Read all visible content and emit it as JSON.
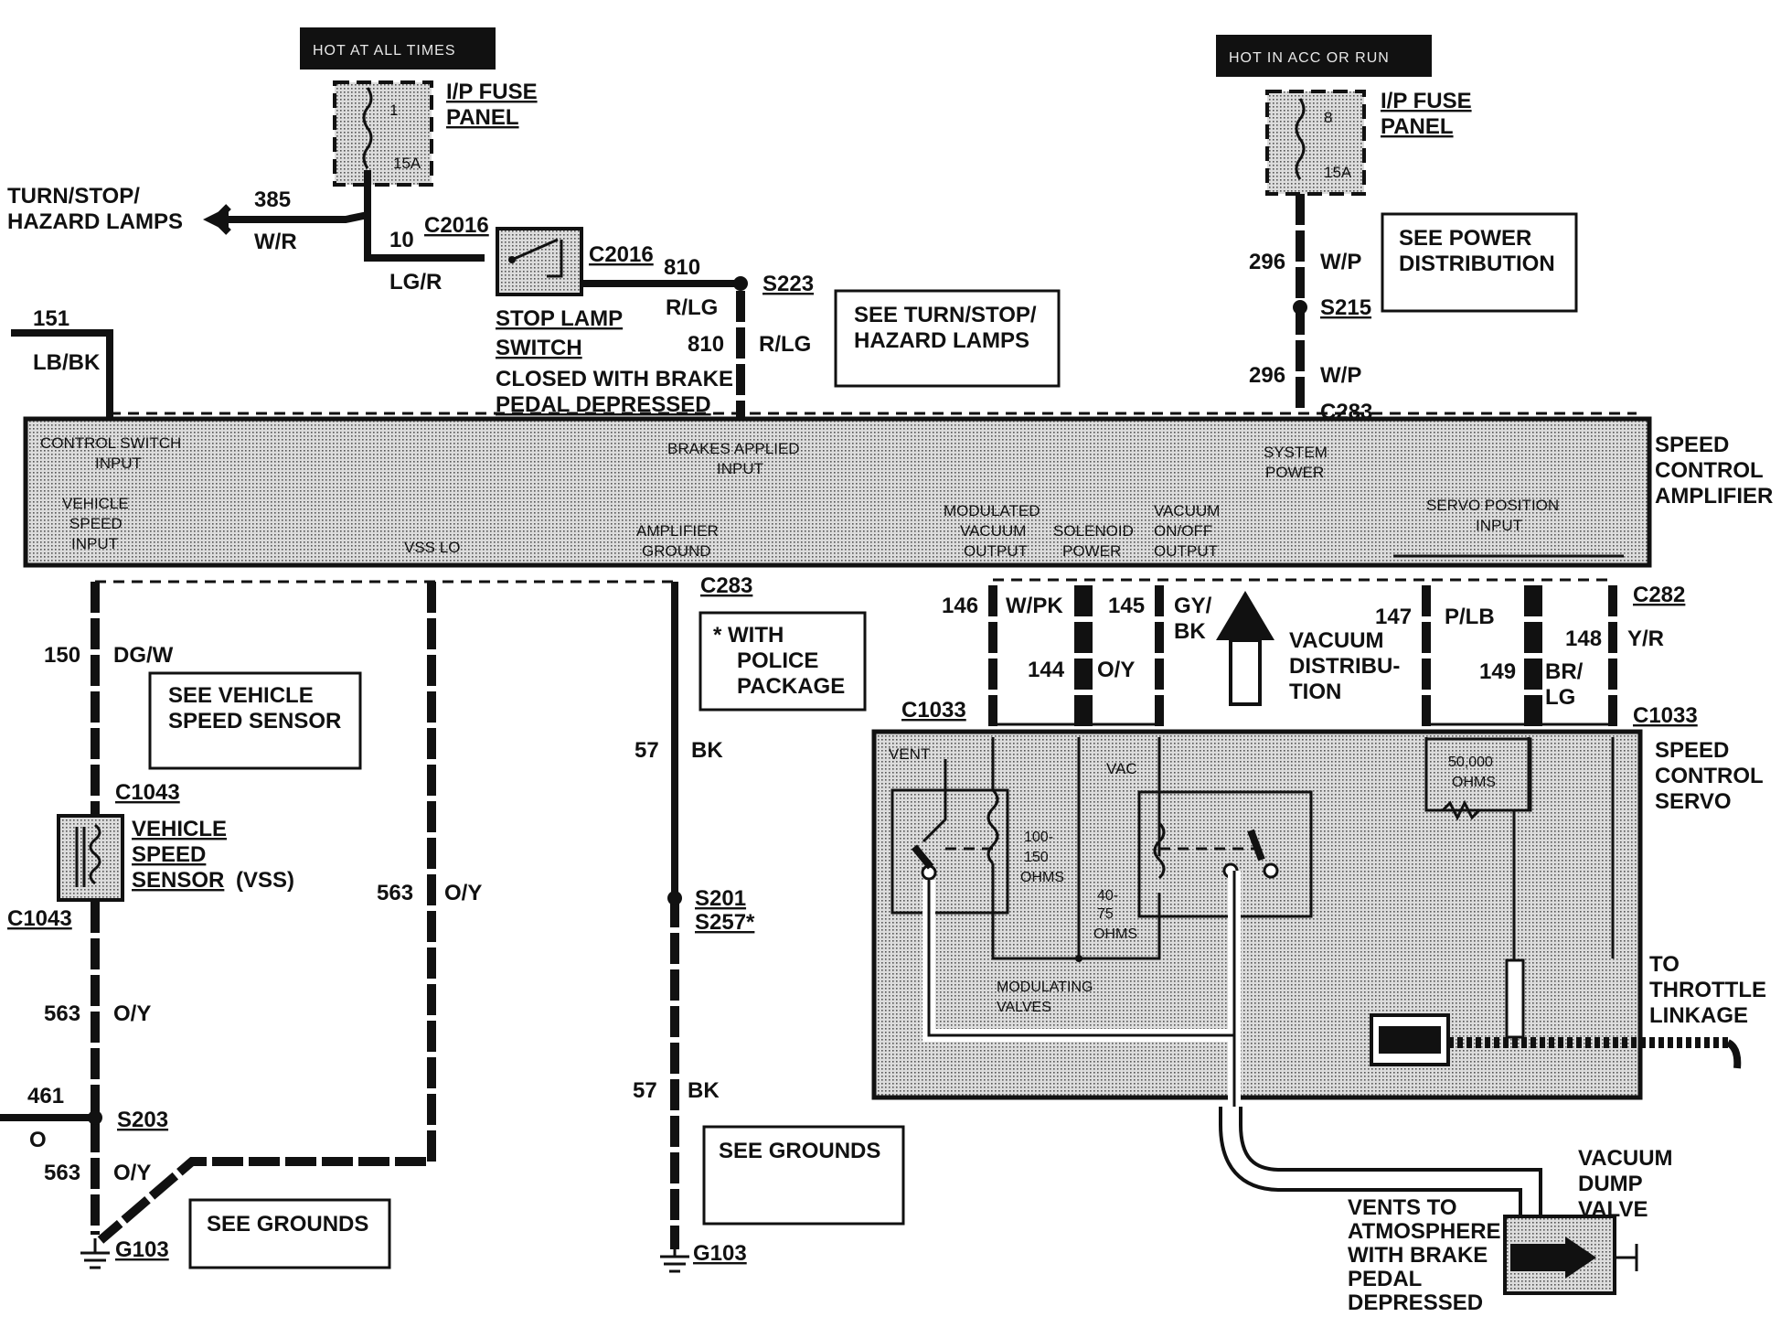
{
  "headers": {
    "hot_at_all_times": "HOT AT ALL TIMES",
    "hot_in_acc_or_run": "HOT IN ACC OR RUN"
  },
  "fuse_left": {
    "title_1": "I/P FUSE",
    "title_2": "PANEL",
    "number": "1",
    "rating": "15A"
  },
  "fuse_right": {
    "title_1": "I/P FUSE",
    "title_2": "PANEL",
    "number": "8",
    "rating": "15A"
  },
  "turn_stop": {
    "line1": "TURN/STOP/",
    "line2": "HAZARD LAMPS"
  },
  "wires": {
    "w385": "385",
    "w385_color": "W/R",
    "w10": "10",
    "w10_color": "LG/R",
    "w151": "151",
    "w151_color": "LB/BK",
    "w810a": "810",
    "w810a_color": "R/LG",
    "w810b": "810",
    "w810b_color": "R/LG",
    "w296a": "296",
    "w296a_color": "W/P",
    "w296b": "296",
    "w296b_color": "W/P",
    "w150": "150",
    "w150_color": "DG/W",
    "w563a": "563",
    "w563a_color": "O/Y",
    "w563b": "563",
    "w563b_color": "O/Y",
    "w563c": "563",
    "w563c_color": "O/Y",
    "w461": "461",
    "w461_color": "O",
    "w57a": "57",
    "w57a_color": "BK",
    "w57b": "57",
    "w57b_color": "BK",
    "w146": "146",
    "w146_color": "W/PK",
    "w145": "145",
    "w145_color": "GY/",
    "w145_color2": "BK",
    "w144": "144",
    "w144_color": "O/Y",
    "w147": "147",
    "w147_color": "P/LB",
    "w148": "148",
    "w148_color": "Y/R",
    "w149": "149",
    "w149_color": "BR/",
    "w149_color2": "LG"
  },
  "connectors": {
    "c2016a": "C2016",
    "c2016b": "C2016",
    "s223": "S223",
    "s215": "S215",
    "c283a": "C283",
    "c283b": "C283",
    "c282": "C282",
    "c1033a": "C1033",
    "c1033b": "C1033",
    "c1043a": "C1043",
    "c1043b": "C1043",
    "s201": "S201",
    "s257": "S257*",
    "s203": "S203",
    "g103a": "G103",
    "g103b": "G103"
  },
  "stop_lamp": {
    "line1": "STOP LAMP",
    "line2": "SWITCH",
    "line3": "CLOSED WITH BRAKE",
    "line4": "PEDAL DEPRESSED"
  },
  "notes": {
    "see_power": [
      "SEE POWER",
      "DISTRIBUTION"
    ],
    "see_turn": [
      "SEE TURN/STOP/",
      "HAZARD LAMPS"
    ],
    "see_vss": [
      "SEE VEHICLE",
      "SPEED SENSOR"
    ],
    "police": [
      "* WITH",
      "POLICE",
      "PACKAGE"
    ],
    "see_grounds_a": "SEE GROUNDS",
    "see_grounds_b": "SEE GROUNDS"
  },
  "amplifier": {
    "title": [
      "SPEED",
      "CONTROL",
      "AMPLIFIER"
    ],
    "control_switch": [
      "CONTROL SWITCH",
      "INPUT"
    ],
    "vehicle_speed": [
      "VEHICLE",
      "SPEED",
      "INPUT"
    ],
    "vss_lo": "VSS LO",
    "brakes_applied": [
      "BRAKES APPLIED",
      "INPUT"
    ],
    "amp_ground": [
      "AMPLIFIER",
      "GROUND"
    ],
    "modulated": [
      "MODULATED",
      "VACUUM",
      "OUTPUT"
    ],
    "solenoid": [
      "SOLENOID",
      "POWER"
    ],
    "vacuum_onoff": [
      "VACUUM",
      "ON/OFF",
      "OUTPUT"
    ],
    "system_power": [
      "SYSTEM",
      "POWER"
    ],
    "servo_position": [
      "SERVO POSITION",
      "INPUT"
    ]
  },
  "vss": {
    "line1": "VEHICLE",
    "line2": "SPEED",
    "line3": "SENSOR",
    "abbr": "(VSS)"
  },
  "servo": {
    "title": [
      "SPEED",
      "CONTROL",
      "SERVO"
    ],
    "vent": "VENT",
    "vac": "VAC",
    "r1": [
      "100-",
      "150",
      "OHMS"
    ],
    "r2": [
      "40-",
      "75",
      "OHMS"
    ],
    "r3": [
      "50,000",
      "OHMS"
    ],
    "modulating": [
      "MODULATING",
      "VALVES"
    ]
  },
  "vacuum_distribution": [
    "VACUUM",
    "DISTRIBU-",
    "TION"
  ],
  "throttle": [
    "TO",
    "THROTTLE",
    "LINKAGE"
  ],
  "dump_valve": [
    "VACUUM",
    "DUMP",
    "VALVE"
  ],
  "vents": [
    "VENTS TO",
    "ATMOSPHERE",
    "WITH BRAKE",
    "PEDAL",
    "DEPRESSED"
  ]
}
